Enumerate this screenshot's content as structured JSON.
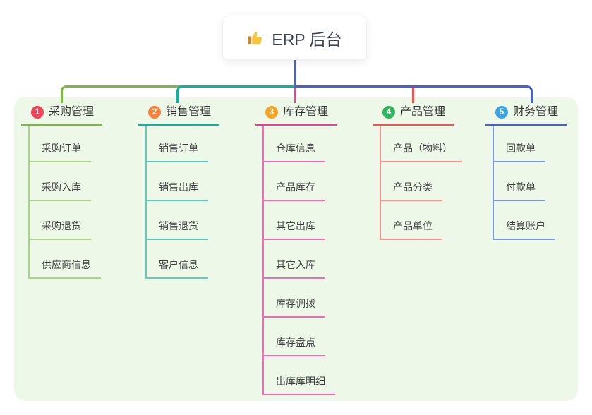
{
  "root": {
    "label": "ERP 后台",
    "icon": "thumbs-up-icon"
  },
  "branches": [
    {
      "index": "1",
      "label": "采购管理",
      "badge_color": "#ee4358",
      "line_color": "#7cb93f",
      "child_line_color": "#aad484",
      "children": [
        "采购订单",
        "采购入库",
        "采购退货",
        "供应商信息"
      ]
    },
    {
      "index": "2",
      "label": "销售管理",
      "badge_color": "#f6823c",
      "line_color": "#0cb2a6",
      "child_line_color": "#5fccc2",
      "children": [
        "销售订单",
        "销售出库",
        "销售退货",
        "客户信息"
      ]
    },
    {
      "index": "3",
      "label": "库存管理",
      "badge_color": "#f7a420",
      "line_color": "#e83e9c",
      "child_line_color": "#f06cb6",
      "children": [
        "仓库信息",
        "产品库存",
        "其它出库",
        "其它入库",
        "库存调拨",
        "库存盘点",
        "出库库明细"
      ]
    },
    {
      "index": "4",
      "label": "产品管理",
      "badge_color": "#2fb55e",
      "line_color": "#f05352",
      "child_line_color": "#f79493",
      "children": [
        "产品（物料）",
        "产品分类",
        "产品单位"
      ]
    },
    {
      "index": "5",
      "label": "财务管理",
      "badge_color": "#3ba4e4",
      "line_color": "#4661d2",
      "child_line_color": "#7d97e2",
      "children": [
        "回款单",
        "付款单",
        "结算账户"
      ]
    }
  ],
  "colors": {
    "panel_bg": "#eef8e9",
    "root_line": "#4661d2",
    "root_text": "#3c4356"
  }
}
